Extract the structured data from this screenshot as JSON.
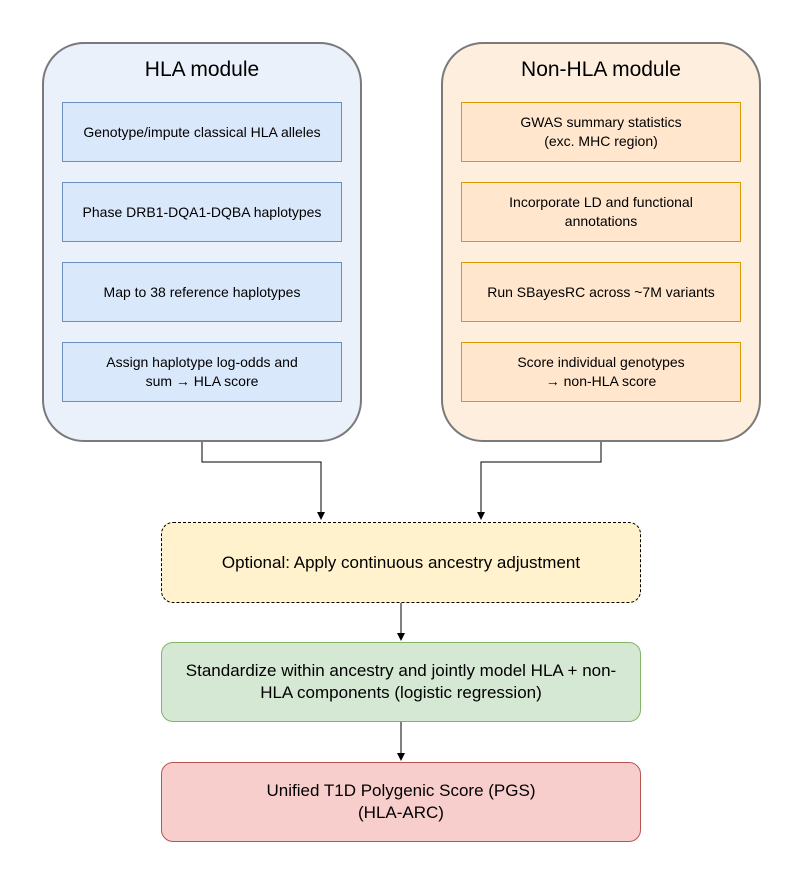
{
  "hla_module": {
    "title": "HLA module",
    "steps": [
      "Genotype/impute classical HLA alleles",
      "Phase DRB1-DQA1-DQBA haplotypes",
      "Map to 38 reference haplotypes",
      "Assign haplotype log-odds and\nsum → HLA score"
    ]
  },
  "nonhla_module": {
    "title": "Non-HLA module",
    "steps": [
      "GWAS summary statistics\n(exc. MHC region)",
      "Incorporate LD and functional\nannotations",
      "Run SBayesRC across ~7M variants",
      "Score individual genotypes\n→ non-HLA score"
    ]
  },
  "optional_step": "Optional: Apply continuous ancestry adjustment",
  "joint_model_step": "Standardize within ancestry and jointly model HLA + non-\nHLA components (logistic regression)",
  "final_step": "Unified T1D Polygenic Score (PGS)\n(HLA-ARC)",
  "colors": {
    "hla_module_fill": "#eaf1fb",
    "nonhla_module_fill": "#fdeedd",
    "optional_fill": "#fff2cc",
    "joint_fill": "#d5e8d4",
    "final_fill": "#f8cecc"
  }
}
